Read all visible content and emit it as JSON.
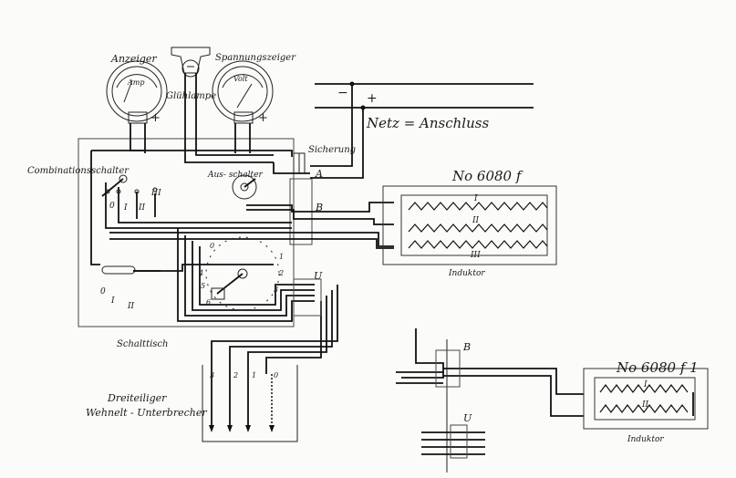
{
  "labels": {
    "anzeiger": "Anzeiger",
    "spannungszeiger": "Spannungszeiger",
    "glühlampe": "Glühlampe",
    "netz_anschluss": "Netz = Anschluss",
    "sicherung": "Sicherung",
    "combinationsschalter": "Combinationsschalter",
    "ausschalter": "Aus-\nschalter",
    "schalttisch": "Schalttisch",
    "induktor_1": "Induktor",
    "induktor_2": "Induktor",
    "dreiteiliger_wehnelt": "Dreiteiliger",
    "wehnelt_unterbrecher": "Wehnelt - Unterbrecher",
    "model_1": "No 6080 f",
    "model_2": "No 6080 f 1"
  },
  "meter_faces": {
    "ammeter": "Amp",
    "voltmeter": "Volt"
  },
  "terminal_marks": {
    "minus": "−",
    "plus": "+",
    "plus_amp": "+",
    "plus_volt": "+",
    "A": "A",
    "B": "B",
    "U": "U",
    "B2": "B",
    "U2": "U",
    "coil_I": "I",
    "coil_II": "II",
    "coil_III": "III",
    "coil2_I": "I",
    "coil2_II": "II"
  },
  "switch_marks": [
    "0",
    "I",
    "II",
    "III"
  ],
  "dial_marks": [
    "0",
    "1",
    "2",
    "3",
    "4",
    "5",
    "6"
  ],
  "contacts_tab": [
    "0",
    "I",
    "II"
  ],
  "unterbrecher_marks": [
    "3",
    "2",
    "1",
    "0"
  ]
}
